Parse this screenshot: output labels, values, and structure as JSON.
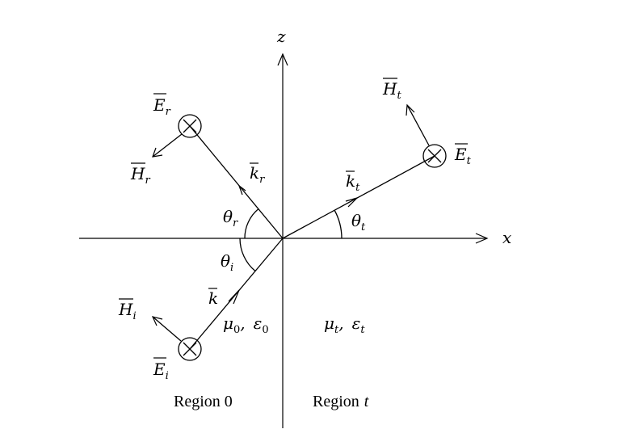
{
  "axes": {
    "x_label": "x",
    "z_label": "z"
  },
  "angles": {
    "theta": "θ",
    "theta_i_sub": "i",
    "theta_r_sub": "r",
    "theta_t_sub": "t"
  },
  "vectors": {
    "k_incident": "k",
    "k_reflected": "k",
    "k_reflected_sub": "r",
    "k_transmitted": "k",
    "k_transmitted_sub": "t",
    "E": "E",
    "H": "H",
    "E_i_sub": "i",
    "H_i_sub": "i",
    "E_r_sub": "r",
    "H_r_sub": "r",
    "E_t_sub": "t",
    "H_t_sub": "t"
  },
  "media": {
    "mu": "μ",
    "eps": "ε",
    "sub0": "0",
    "subt": "t",
    "sep": ",",
    "region_0": "Region 0",
    "region_t_word": "Region",
    "region_t_var": "t"
  }
}
